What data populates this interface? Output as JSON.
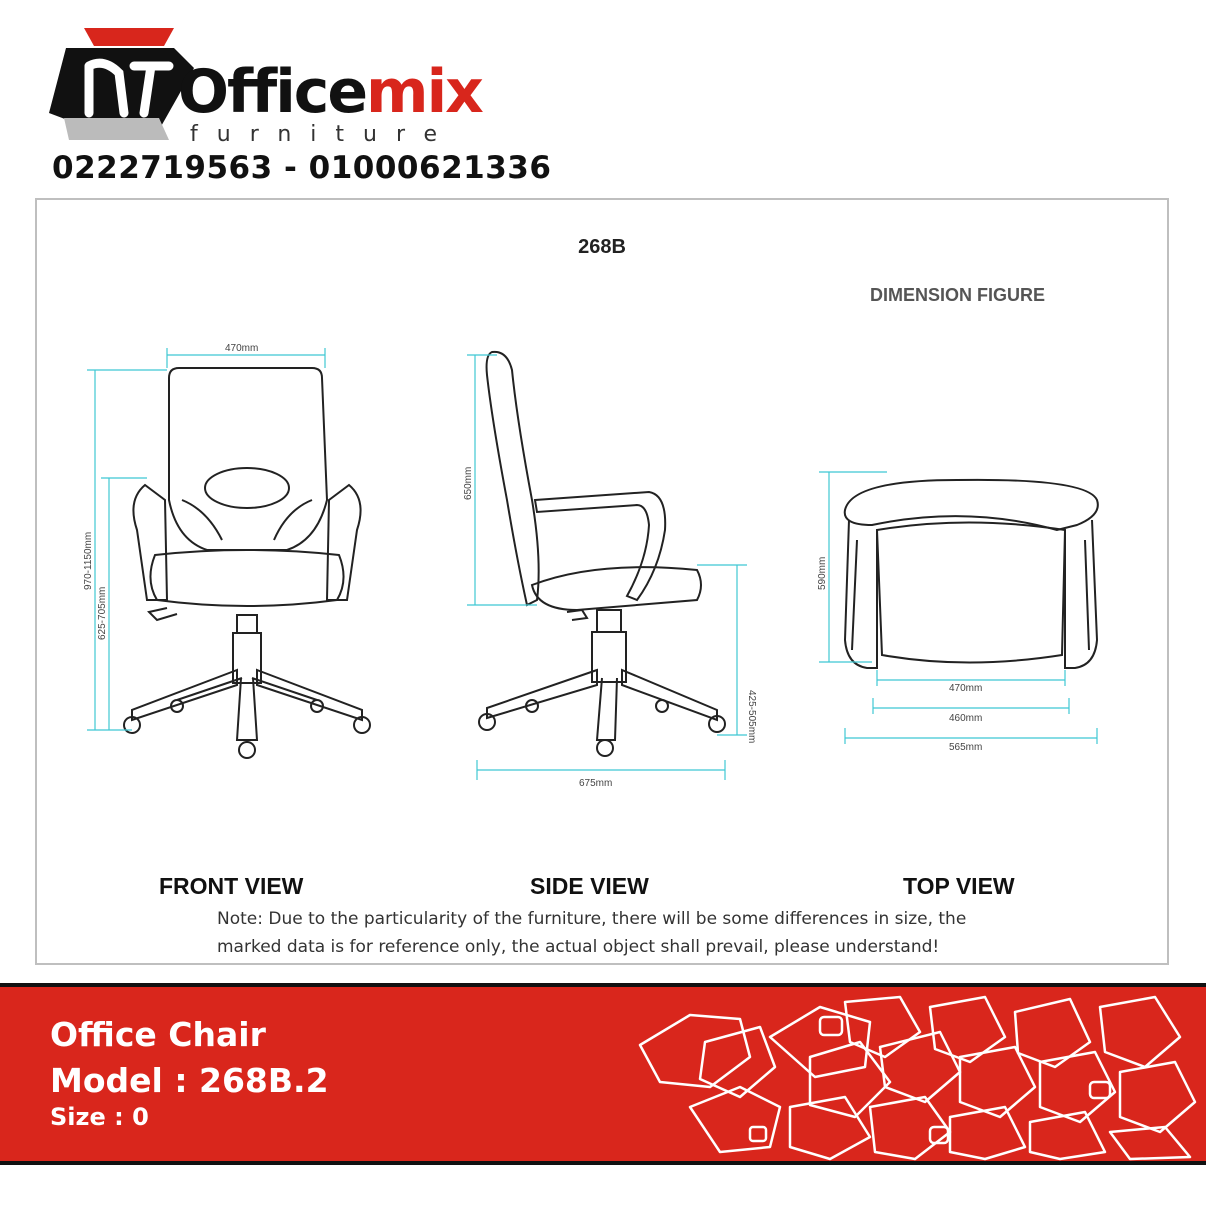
{
  "brand": {
    "name_part1": "Office",
    "name_part2": "mix",
    "tagline": "furniture",
    "phones": "0222719563 - 01000621336",
    "icon": "chair-logo-icon"
  },
  "sheet": {
    "model_code": "268B",
    "figure_title": "DIMENSION FIGURE",
    "front": {
      "label": "FRONT VIEW",
      "width": "470mm",
      "total_height": "970-1150mm",
      "seat_height": "625-705mm"
    },
    "side": {
      "label": "SIDE VIEW",
      "back_height": "650mm",
      "seat_height": "425-505mm",
      "depth": "675mm"
    },
    "top": {
      "label": "TOP VIEW",
      "depth": "590mm",
      "seat_width": "470mm",
      "inner_width": "460mm",
      "total_width": "565mm"
    },
    "note_line1": "Note: Due to the particularity of the furniture, there will be some differences in size, the",
    "note_line2": "marked data is for reference only, the actual object shall prevail, please understand!"
  },
  "banner": {
    "product": "Office Chair",
    "model": "Model : 268B.2",
    "size": "Size : 0"
  },
  "colors": {
    "accent_red": "#d9261c",
    "dimension_cyan": "#3fc8d3"
  }
}
